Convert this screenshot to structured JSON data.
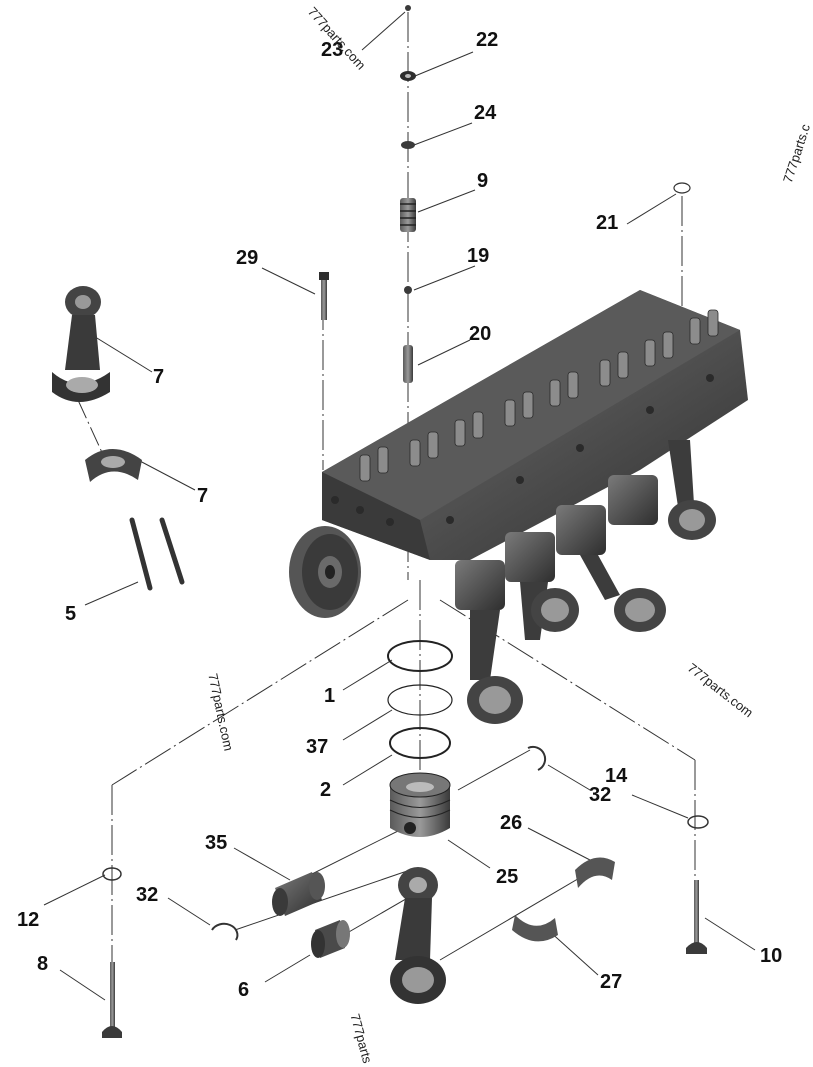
{
  "diagram": {
    "callouts": [
      {
        "id": "23",
        "label": "23"
      },
      {
        "id": "22",
        "label": "22"
      },
      {
        "id": "24",
        "label": "24"
      },
      {
        "id": "9",
        "label": "9"
      },
      {
        "id": "21",
        "label": "21"
      },
      {
        "id": "29",
        "label": "29"
      },
      {
        "id": "19",
        "label": "19"
      },
      {
        "id": "20",
        "label": "20"
      },
      {
        "id": "7a",
        "label": "7"
      },
      {
        "id": "7b",
        "label": "7"
      },
      {
        "id": "5",
        "label": "5"
      },
      {
        "id": "1",
        "label": "1"
      },
      {
        "id": "37",
        "label": "37"
      },
      {
        "id": "2",
        "label": "2"
      },
      {
        "id": "32a",
        "label": "32"
      },
      {
        "id": "14",
        "label": "14"
      },
      {
        "id": "26",
        "label": "26"
      },
      {
        "id": "35",
        "label": "35"
      },
      {
        "id": "25",
        "label": "25"
      },
      {
        "id": "12",
        "label": "12"
      },
      {
        "id": "32b",
        "label": "32"
      },
      {
        "id": "8",
        "label": "8"
      },
      {
        "id": "6",
        "label": "6"
      },
      {
        "id": "27",
        "label": "27"
      },
      {
        "id": "10",
        "label": "10"
      }
    ],
    "watermarks": [
      {
        "id": "wm1",
        "text": "777parts.com"
      },
      {
        "id": "wm2",
        "text": "777parts.c"
      },
      {
        "id": "wm3",
        "text": "777parts.com"
      },
      {
        "id": "wm4",
        "text": "777parts.com"
      },
      {
        "id": "wm5",
        "text": "777parts"
      }
    ]
  },
  "colors": {
    "part_fill": "#4a4a4a",
    "part_dark": "#2c2c2c",
    "part_light": "#8a8a8a",
    "leader": "#333333",
    "text": "#111111"
  }
}
